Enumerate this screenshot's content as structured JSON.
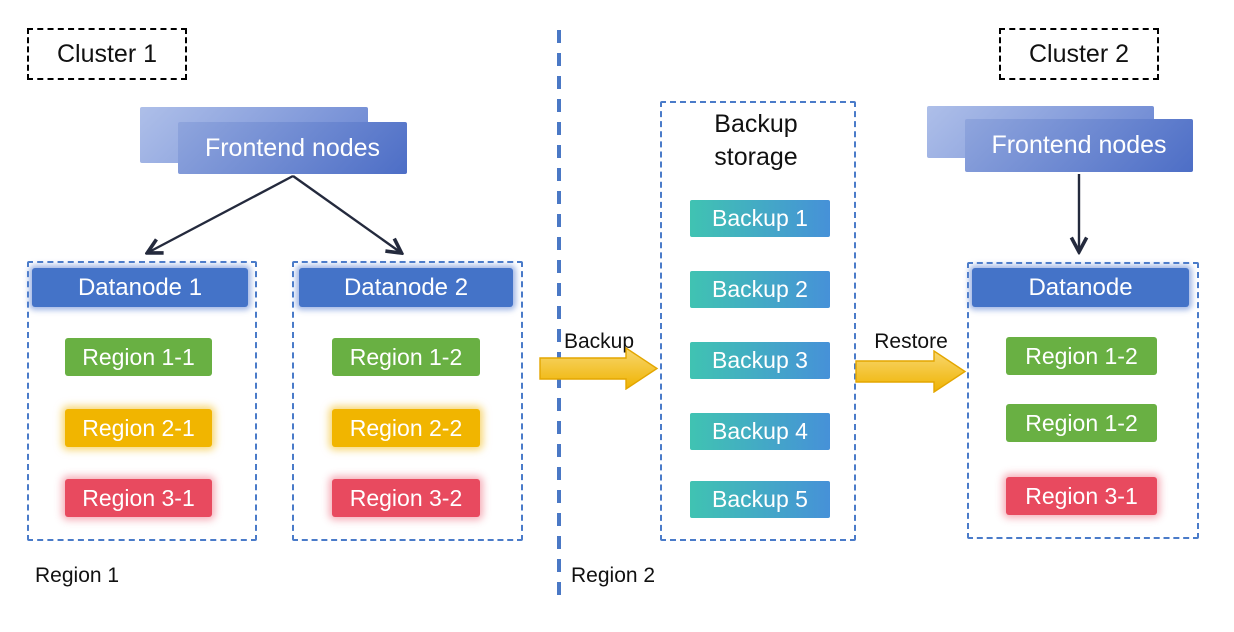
{
  "clusters": {
    "c1": "Cluster 1",
    "c2": "Cluster 2"
  },
  "frontend1": {
    "label": "Frontend nodes"
  },
  "frontend2": {
    "label": "Frontend nodes"
  },
  "datanode1": {
    "title": "Datanode 1",
    "regions": [
      {
        "label": "Region 1-1",
        "color": "#69b043"
      },
      {
        "label": "Region 2-1",
        "color": "#f1b500"
      },
      {
        "label": "Region 3-1",
        "color": "#e84a5f"
      }
    ]
  },
  "datanode2": {
    "title": "Datanode 2",
    "regions": [
      {
        "label": "Region 1-2",
        "color": "#69b043"
      },
      {
        "label": "Region 2-2",
        "color": "#f1b500"
      },
      {
        "label": "Region 3-2",
        "color": "#e84a5f"
      }
    ]
  },
  "datanode3": {
    "title": "Datanode",
    "regions": [
      {
        "label": "Region 1-2",
        "color": "#69b043"
      },
      {
        "label": "Region 1-2",
        "color": "#69b043"
      },
      {
        "label": "Region 3-1",
        "color": "#e84a5f"
      }
    ]
  },
  "backup_storage": {
    "title": "Backup storage",
    "items": [
      {
        "label": "Backup 1"
      },
      {
        "label": "Backup 2"
      },
      {
        "label": "Backup 3"
      },
      {
        "label": "Backup 4"
      },
      {
        "label": "Backup 5"
      }
    ]
  },
  "flow": {
    "backup_label": "Backup",
    "restore_label": "Restore"
  },
  "region_labels": {
    "r1": "Region 1",
    "r2": "Region 2"
  },
  "colors": {
    "container_dash": "#4a7bc9",
    "header_blue": "#4473c8",
    "region_green": "#69b043",
    "region_amber": "#f1b500",
    "region_red": "#e84a5f",
    "backup_teal": "#40c3b2",
    "backup_blue": "#4691d8",
    "arrow_yellow_top": "#f8d76f",
    "arrow_yellow_bottom": "#efb301",
    "frontend_blue_light": "#aebfe9",
    "frontend_blue_dark": "#4d6ec6",
    "divider_blue": "#4a78c5",
    "connector_dark": "#242a3d"
  }
}
